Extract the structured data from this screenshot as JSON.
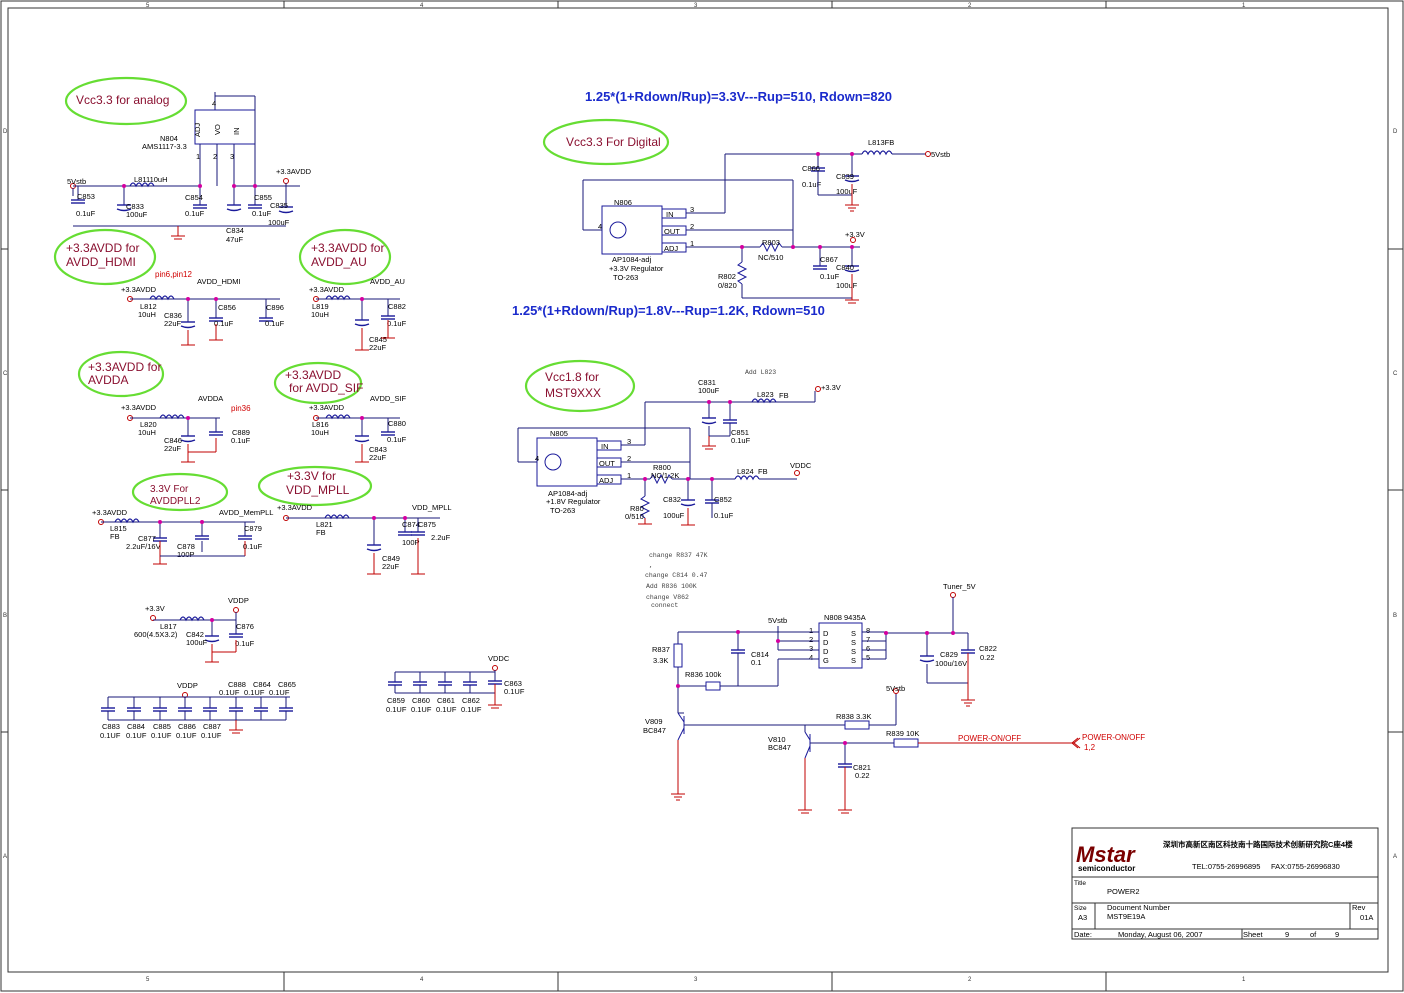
{
  "sheet": {
    "column_numbers": [
      "5",
      "4",
      "3",
      "2",
      "1"
    ],
    "row_letters": [
      "D",
      "C",
      "B",
      "A"
    ]
  },
  "equations": [
    "1.25*(1+Rdown/Rup)=3.3V---Rup=510, Rdown=820",
    "1.25*(1+Rdown/Rup)=1.8V---Rup=1.2K, Rdown=510"
  ],
  "bubbles": {
    "vcc33_analog": "Vcc3.3 for analog",
    "vcc33_digital": "Vcc3.3 For Digital",
    "avdd_hdmi_1": "+3.3AVDD for",
    "avdd_hdmi_2": "AVDD_HDMI",
    "avdd_au_1": "+3.3AVDD for",
    "avdd_au_2": "AVDD_AU",
    "avdda_1": "+3.3AVDD for",
    "avdda_2": "AVDDA",
    "avdd_sif_1": "+3.3AVDD",
    "avdd_sif_2": "for AVDD_SIF",
    "vcc18_1": "Vcc1.8 for",
    "vcc18_2": "MST9XXX",
    "avddpll_1": "3.3V  For",
    "avddpll_2": "AVDDPLL2",
    "vddmpll_1": "+3.3V  for",
    "vddmpll_2": "VDD_MPLL"
  },
  "labels": {
    "n804": "N804",
    "ams": "AMS1117-3.3",
    "adj": "ADJ",
    "vout": "VO",
    "vin": "IN",
    "pin4": "4",
    "pin1": "1",
    "pin2": "2",
    "pin3": "3",
    "v5stb": "5Vstb",
    "l811": "L81110uH",
    "c853": "C853",
    "c853v": "0.1uF",
    "c833": "C833",
    "c833v": "100uF",
    "c854": "C854",
    "c854v": "0.1uF",
    "c834": "C834",
    "c834v": "47uF",
    "c855": "C855",
    "c855v": "0.1uF",
    "c835": "C835",
    "c835v": "100uF",
    "avdd33": "+3.3AVDD",
    "pin6": "pin6,pin12",
    "avdd_hdmi": "AVDD_HDMI",
    "l812": "L812",
    "l812v": "10uH",
    "c836": "C836",
    "c836v": "22uF",
    "c856": "C856",
    "c856v": "0.1uF",
    "c896": "C896",
    "c896v": "0.1uF",
    "avdd_au": "AVDD_AU",
    "l819": "L819",
    "l819v": "10uH",
    "c882": "C882",
    "c882v": "0.1uF",
    "c845": "C845",
    "c845v": "22uF",
    "avdda": "AVDDA",
    "pin36": "pin36",
    "l820": "L820",
    "l820v": "10uH",
    "c846": "C846",
    "c846v": "22uF",
    "c889": "C889",
    "c889v": "0.1uF",
    "avdd_sif": "AVDD_SIF",
    "l816": "L816",
    "l816v": "10uH",
    "c880": "C880",
    "c880v": "0.1uF",
    "c843": "C843",
    "c843v": "22uF",
    "avdd_mempll": "AVDD_MemPLL",
    "l815": "L815",
    "l815v": "FB",
    "c877": "C877",
    "c877v": "2.2uF/16V",
    "c878": "C878",
    "c878v": "100P",
    "c879": "C879",
    "c879v": "0.1uF",
    "vdd_mpll": "VDD_MPLL",
    "l821": "L821",
    "l821v": "FB",
    "c874": "C874",
    "c875": "C875",
    "c874v": "100P",
    "c875v": "2.2uF",
    "c849": "C849",
    "c849v": "22uF",
    "v33": "+3.3V",
    "vddp": "VDDP",
    "l817": "L817",
    "l817v": "600(4.5X3.2)",
    "c842": "C842",
    "c842v": "100uF",
    "c876": "C876",
    "c876v": "0.1uF",
    "c888": "C888",
    "c864": "C864",
    "c865": "C865",
    "c888v": "0.1UF",
    "c864v": "0.1UF",
    "c865v": "0.1UF",
    "c883": "C883",
    "c884": "C884",
    "c885": "C885",
    "c886": "C886",
    "c887": "C887",
    "c883v": "0.1UF",
    "c884v": "0.1UF",
    "c885v": "0.1UF",
    "c886v": "0.1UF",
    "c887v": "0.1UF",
    "vddc": "VDDC",
    "c859": "C859",
    "c860": "C860",
    "c861": "C861",
    "c862": "C862",
    "c863": "C863",
    "c863v": "0.1UF",
    "c859v": "0.1UF",
    "c860v": "0.1UF",
    "c861v": "0.1UF",
    "c862v": "0.1UF",
    "l813": "L813FB",
    "c866": "C866",
    "c866v": "0.1uF",
    "c839": "C839",
    "c839v": "100uF",
    "n806": "N806",
    "in": "IN",
    "out": "OUT",
    "adj2": "ADJ",
    "ap1084": "AP1084-adj",
    "reg33": "+3.3V Regulator",
    "to263": "TO-263",
    "r803": "R803",
    "r803v": "NC/510",
    "r802": "R802",
    "r802v": "0/820",
    "c867": "C867",
    "c867v": "0.1uF",
    "c840": "C840",
    "c840v": "100uF",
    "c831": "C831",
    "c831v": "100uF",
    "add_l823": "Add L823",
    "l823": "L823",
    "fb": "FB",
    "c851": "C851",
    "c851v": "0.1uF",
    "n805": "N805",
    "reg18": "+1.8V Regulator",
    "r800": "R800",
    "r800v": "NC/1.2K",
    "l824": "L824",
    "r801": "R80",
    "r801v": "0/510",
    "c832": "C832",
    "c832v": "100uF",
    "c852": "C852",
    "c852v": "0.1uF",
    "note1": "change R837 47K",
    "note2": ",",
    "note3": "change C814 0.47",
    "note4": "Add R836 100K",
    "note5": "change V862",
    "note6": "connect",
    "tuner5v": "Tuner_5V",
    "n808": "N808   9435A",
    "d": "D",
    "g": "G",
    "s": "S",
    "r837": "R837",
    "r837v": "3.3K",
    "r836": "R836  100k",
    "c814": "C814",
    "c814v": "0.1",
    "c829": "C829",
    "c829v": "100u/16V",
    "c822": "C822",
    "c822v": "0.22",
    "v809": "V809",
    "bc847": "BC847",
    "v810": "V810",
    "r838": "R838  3.3K",
    "r839": "R839  10K",
    "c821": "C821",
    "c821v": "0.22",
    "power_onoff": "POWER-ON/OFF",
    "n12": "1,2",
    "n5": "5",
    "n6": "6",
    "n7": "7",
    "n8": "8"
  },
  "title_block": {
    "company": "Mstar",
    "company_sub": "semiconductor",
    "address": "深圳市高新区南区科技南十路国际技术创新研究院C座4楼",
    "tel": "TEL:0755-26996895",
    "fax": "FAX:0755-26996830",
    "title_label": "Title",
    "title": "POWER2",
    "size_label": "Size",
    "size": "A3",
    "docnum_label": "Document Number",
    "docnum": "MST9E19A",
    "rev_label": "Rev",
    "rev": "01A",
    "date_label": "Date:",
    "date": "Monday, August 06, 2007",
    "sheet_label": "Sheet",
    "sheet": "9",
    "of_label": "of",
    "of": "9"
  }
}
